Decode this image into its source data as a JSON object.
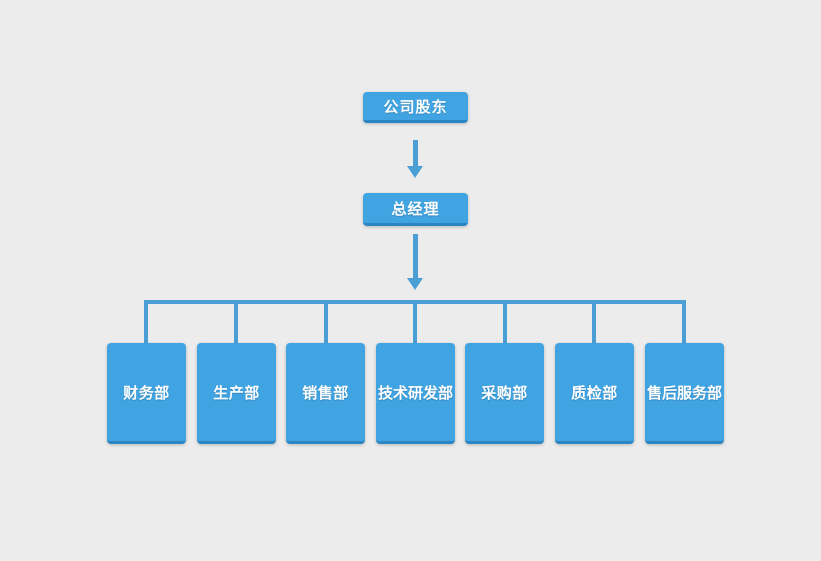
{
  "org_chart": {
    "type": "org-tree",
    "nodes": {
      "root": {
        "label": "公司股东"
      },
      "manager": {
        "label": "总经理"
      },
      "departments": [
        {
          "label": "财务部"
        },
        {
          "label": "生产部"
        },
        {
          "label": "销售部"
        },
        {
          "label": "技术研发部"
        },
        {
          "label": "采购部"
        },
        {
          "label": "质检部"
        },
        {
          "label": "售后服务部"
        }
      ]
    },
    "edges": [
      {
        "from": "公司股东",
        "to": "总经理",
        "style": "arrow"
      },
      {
        "from": "总经理",
        "to": "财务部",
        "style": "line"
      },
      {
        "from": "总经理",
        "to": "生产部",
        "style": "line"
      },
      {
        "from": "总经理",
        "to": "销售部",
        "style": "line"
      },
      {
        "from": "总经理",
        "to": "技术研发部",
        "style": "line"
      },
      {
        "from": "总经理",
        "to": "采购部",
        "style": "line"
      },
      {
        "from": "总经理",
        "to": "质检部",
        "style": "line"
      },
      {
        "from": "总经理",
        "to": "售后服务部",
        "style": "line"
      }
    ]
  },
  "colors": {
    "background": "#ececec",
    "node_fill": "#41a4e2",
    "node_bottom_edge": "#2b86c3",
    "connector": "#4b9fd4",
    "node_text": "#ffffff"
  }
}
